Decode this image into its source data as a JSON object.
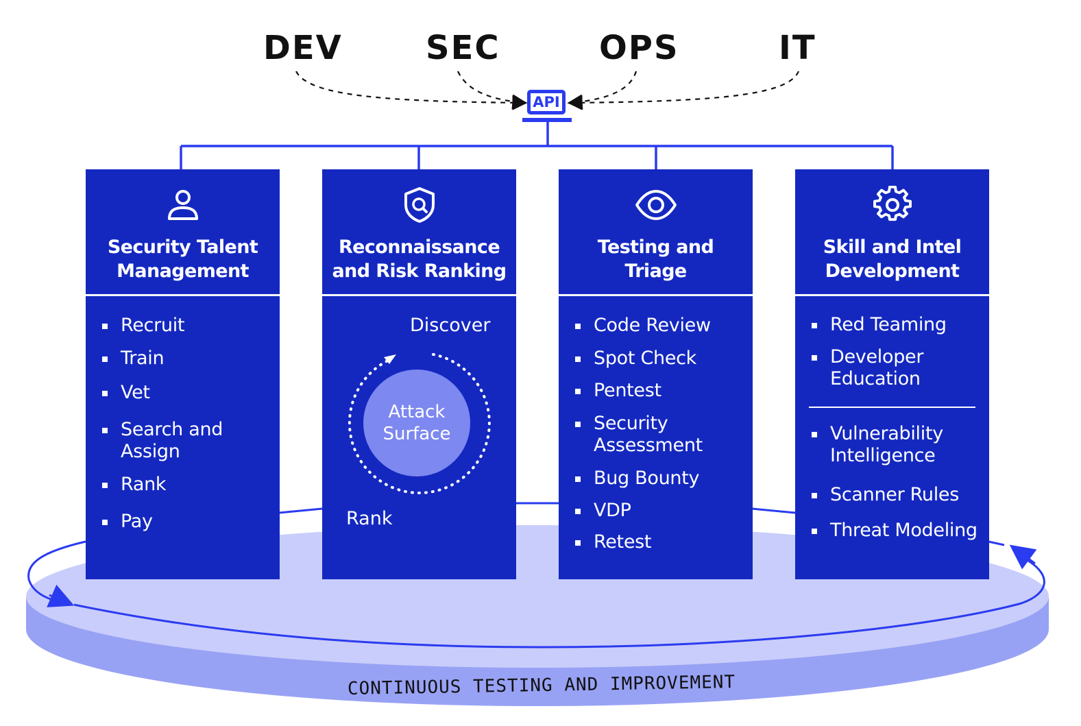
{
  "teams": [
    "DEV",
    "SEC",
    "OPS",
    "IT"
  ],
  "api_label": "API",
  "colors": {
    "card": "#1428c0",
    "accent": "#2a3bf0",
    "platform_top": "#c9cdfb",
    "platform_side": "#98a2f4",
    "attack_surface": "#7d88f0"
  },
  "cards": [
    {
      "icon": "user-icon",
      "title_lines": [
        "Security Talent",
        "Management"
      ],
      "items": [
        "Recruit",
        "Train",
        "Vet",
        "Search and Assign",
        "Rank",
        "Pay"
      ]
    },
    {
      "icon": "shield-search-icon",
      "title_lines": [
        "Reconnaissance",
        "and Risk Ranking"
      ],
      "cycle": {
        "top_label": "Discover",
        "center_label": "Attack Surface",
        "bottom_label": "Rank"
      }
    },
    {
      "icon": "eye-icon",
      "title_lines": [
        "Testing and",
        "Triage"
      ],
      "items": [
        "Code Review",
        "Spot Check",
        "Pentest",
        "Security Assessment",
        "Bug Bounty",
        "VDP",
        "Retest"
      ]
    },
    {
      "icon": "gear-icon",
      "title_lines": [
        "Skill and Intel",
        "Development"
      ],
      "items": [
        "Red Teaming",
        "Developer Education",
        "Vulnerability Intelligence",
        "Scanner Rules",
        "Threat Modeling"
      ]
    }
  ],
  "footer": "CONTINUOUS TESTING AND IMPROVEMENT"
}
